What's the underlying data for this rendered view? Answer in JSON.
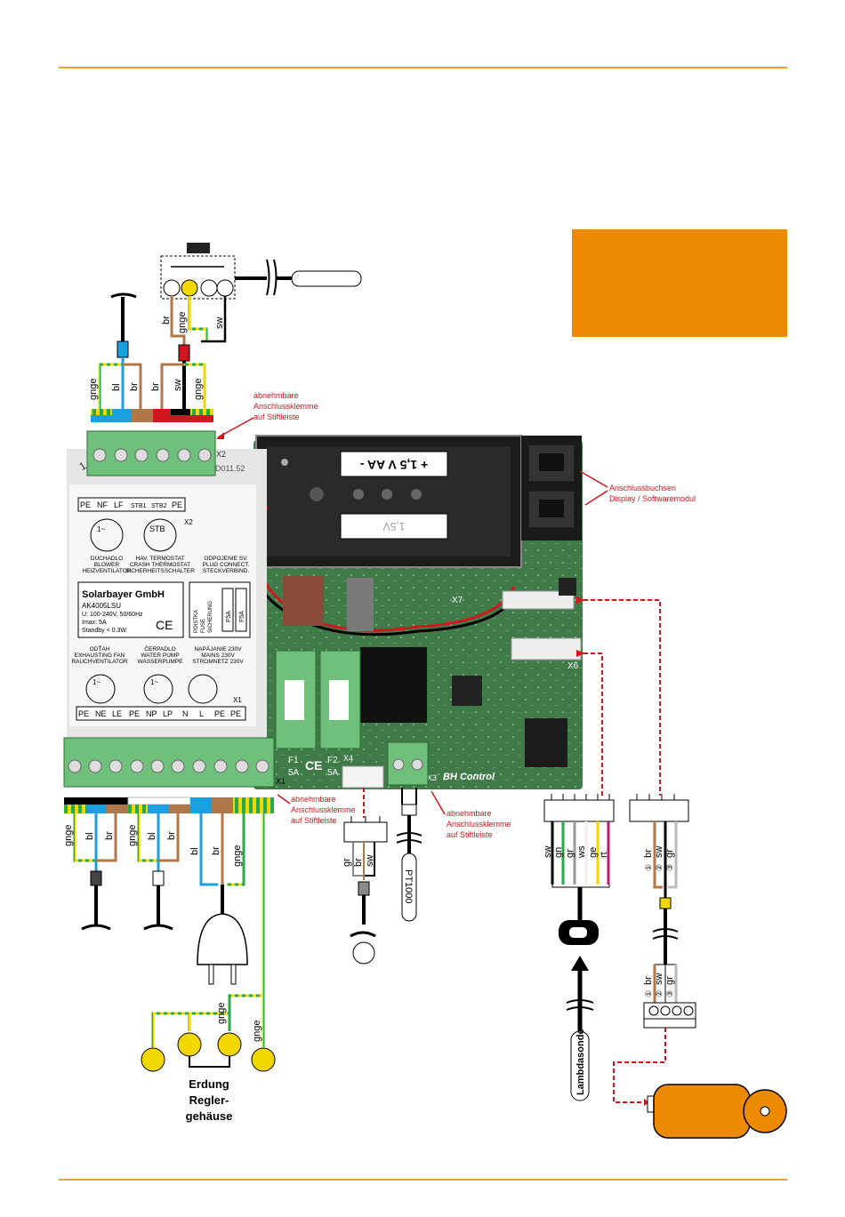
{
  "colors": {
    "accent_orange": "#ee8a00",
    "rule_line": "#f0a030",
    "annotation_red": "#d0161e",
    "pcb_green": "#3f7a48",
    "terminal_green": "#6fc07b",
    "wire_brown": "#b0784a",
    "wire_blue": "#1aa0e0",
    "earth_yellow": "#f2d800",
    "earth_green": "#2aa84a"
  },
  "annotations": {
    "terminal_top": [
      "abnehmbare",
      "Anschlussklemme",
      "auf Stiftleiste"
    ],
    "display_ports": [
      "Anschlussbuchsen",
      "Display / Softwaremodul"
    ],
    "terminal_bottom_left": [
      "abnehmbare",
      "Anschlussklemme",
      "auf Stiftleiste"
    ],
    "terminal_bottom_right": [
      "abnehmbare",
      "Anschlussklemme",
      "auf Stiftleiste"
    ]
  },
  "battery": {
    "top_label": "+   1,5 V AA   -",
    "bottom_label": "1,5V"
  },
  "board": {
    "label_x2": "X2",
    "label_x1": "X1",
    "label_x7": "X7",
    "label_x6": "X6",
    "label_x4": "X4",
    "label_x3": "X3",
    "code": "D011.52",
    "brand": "BH Control",
    "fuse1": [
      "F1",
      "5A"
    ],
    "fuse2": [
      "F2",
      "5A"
    ],
    "ce": "CE"
  },
  "sticker": {
    "top_terminals": [
      "PE",
      "NF",
      "LF",
      "STB1",
      "STB2",
      "PE"
    ],
    "blower": [
      "DÚCHADLO",
      "BLOWER",
      "HEIZVENTILATOR"
    ],
    "thermostat": [
      "HAV. TERMOSTAT",
      "CRASH THERMOSTAT",
      "SICHERHEITSSCHALTER"
    ],
    "plug": [
      "ODPOJENIE SV.",
      "PLUG CONNECT.",
      "STECKVERBIND."
    ],
    "company": "Solarbayer GmbH",
    "model": "AK4005LSU",
    "voltage": "U: 100-240V, 50/60Hz",
    "imax": "Imax: 5A",
    "standby": "Standby < 0.3W",
    "ce": "CE",
    "fuse_words": [
      "POISTKA",
      "FUSE",
      "SICHERUNG"
    ],
    "fuse_rating": "F5A",
    "fan": [
      "ODŤAH",
      "EXHAUSTING FAN",
      "RAUCHVENTILATOR"
    ],
    "pump": [
      "ČERPADLO",
      "WATER PUMP",
      "WASSERPUMPE"
    ],
    "mains": [
      "NAPÁJANIE 230V",
      "MAINS 230V",
      "STROMNETZ 230V"
    ],
    "bottom_terminals": [
      "PE",
      "NE",
      "LE",
      "PE",
      "NP",
      "LP",
      "N",
      "L",
      "PE",
      "PE"
    ],
    "motor_symbol": "1~",
    "stb_symbol": "STB",
    "page_number": "1"
  },
  "wires": {
    "top_terminal": [
      "gnge",
      "bl",
      "br",
      "br",
      "sw",
      "gnge"
    ],
    "switch_wires": [
      "br",
      "gnge",
      "sw"
    ],
    "bottom_fan": [
      "gnge",
      "bl",
      "br"
    ],
    "bottom_pump": [
      "gnge",
      "bl",
      "br"
    ],
    "bottom_mains": [
      "bl",
      "br",
      "gnge"
    ],
    "x4_plug": [
      "gr",
      "br",
      "sw"
    ],
    "x6_plug": [
      "sw",
      "gn",
      "gr",
      "ws",
      "ge",
      "rt"
    ],
    "x7_plug": [
      "br",
      "sw",
      "gr"
    ],
    "x7_plug_numbers": [
      "①",
      "②",
      "③"
    ],
    "earth_labels": [
      "gnge",
      "gnge"
    ]
  },
  "labels": {
    "pt1000": "PT1000",
    "lambdasonde": "Lambdasonde",
    "earthing": [
      "Erdung",
      "Regler-",
      "gehäuse"
    ]
  }
}
